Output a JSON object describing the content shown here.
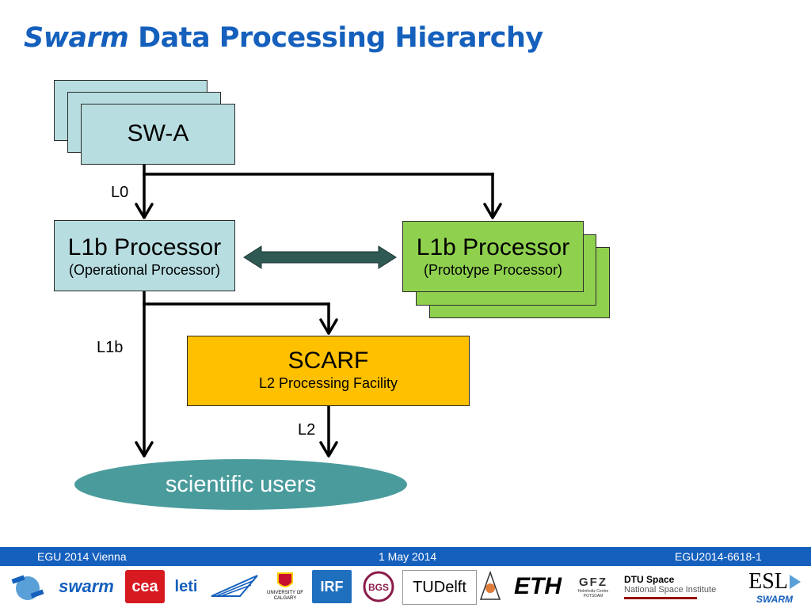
{
  "title": {
    "italic": "Swarm",
    "rest": "Data Processing Hierarchy"
  },
  "nodes": {
    "swa": {
      "label": "SW-A"
    },
    "l1b_op": {
      "label": "L1b Processor",
      "sub": "(Operational Processor)"
    },
    "l1b_proto": {
      "label": "L1b Processor",
      "sub": "(Prototype Processor)"
    },
    "scarf": {
      "label": "SCARF",
      "sub": "L2 Processing Facility"
    },
    "users": {
      "label": "scientific users"
    }
  },
  "edges": {
    "l0": "L0",
    "l1b": "L1b",
    "l2": "L2"
  },
  "colors": {
    "title": "#1560bd",
    "teal_box": "#b7dde0",
    "green_box": "#8fd14f",
    "orange_box": "#ffc000",
    "ellipse": "#4a9b9c",
    "double_arrow": "#2f5a54",
    "footer": "#1560bd"
  },
  "footer": {
    "left": "EGU 2014 Vienna",
    "center": "1 May 2014",
    "right": "EGU2014-6618-1"
  },
  "logos": {
    "swarm": "swarm",
    "cea": "cea",
    "leti": "leti",
    "calgary": "UNIVERSITY OF CALGARY",
    "irf": "IRF",
    "bgs": "BGS",
    "tudelft": "TUDelft",
    "eth": "ETH",
    "gfz": "GFZ",
    "gfz_sub": "Helmholtz Centre POTSDAM",
    "dtu": "DTU Space",
    "dtu_sub": "National Space Institute",
    "esl": "ESL",
    "esl_sub": "SWARM"
  }
}
